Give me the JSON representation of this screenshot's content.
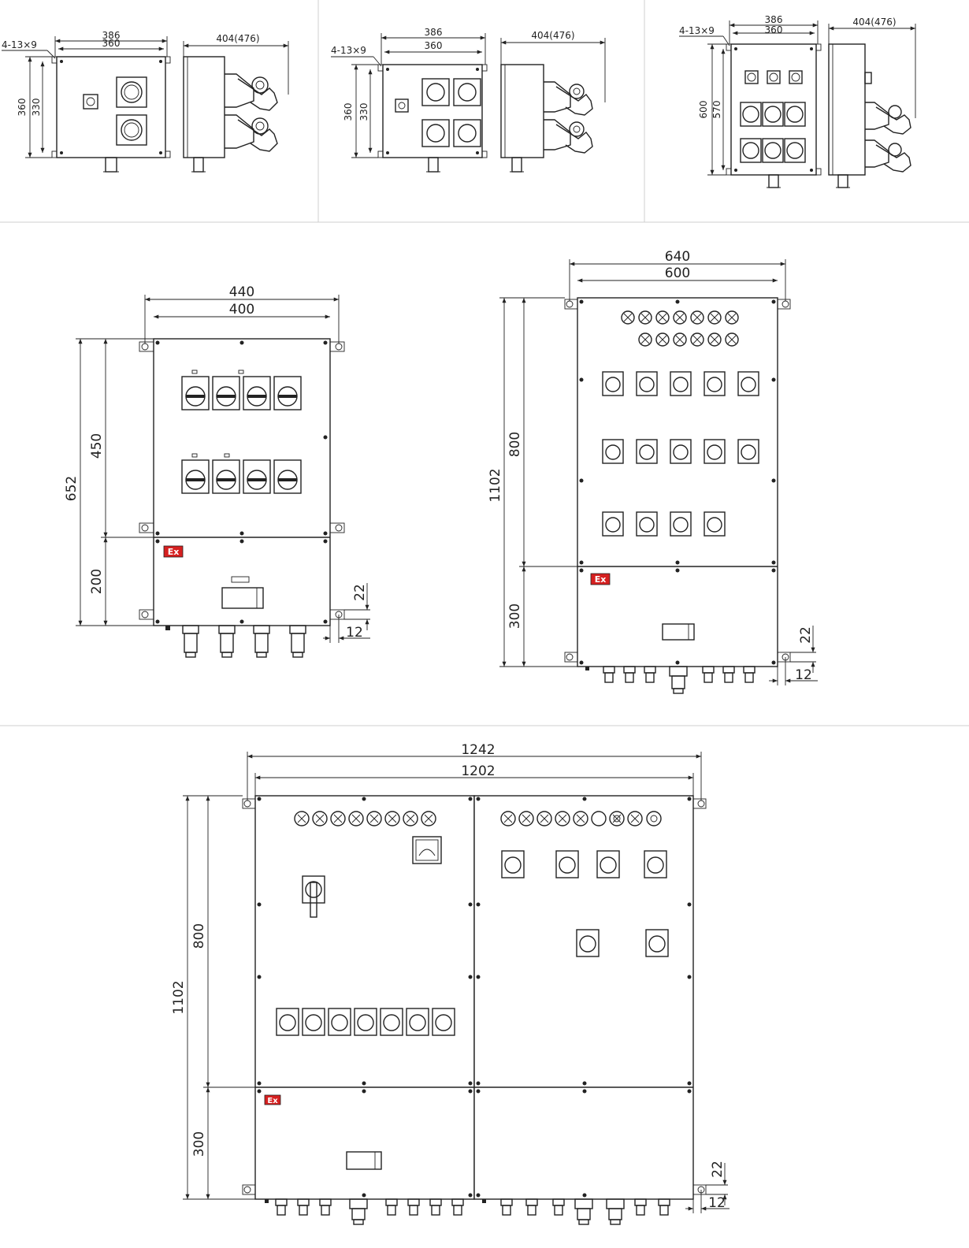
{
  "colors": {
    "line": "#222222",
    "ex_badge": "#d62020",
    "separator": "#cfcfcf"
  },
  "ex_label": "Ex",
  "top_row": {
    "left": {
      "hole_callout": "4-13×9",
      "width_outer": "386",
      "width_inner": "360",
      "depth": "404(476)",
      "height_outer": "360",
      "height_inner": "330"
    },
    "middle": {
      "hole_callout": "4-13×9",
      "width_outer": "386",
      "width_inner": "360",
      "depth": "404(476)",
      "height_outer": "360",
      "height_inner": "330"
    },
    "right": {
      "hole_callout": "4-13×9",
      "width_outer": "386",
      "width_inner": "360",
      "depth": "404(476)",
      "height_outer": "600",
      "height_inner": "570"
    }
  },
  "middle_row": {
    "left": {
      "width_outer": "440",
      "width_inner": "400",
      "height_total": "652",
      "height_upper": "450",
      "height_lower": "200",
      "offset_v": "22",
      "offset_h": "12"
    },
    "right": {
      "width_outer": "640",
      "width_inner": "600",
      "height_total": "1102",
      "height_upper": "800",
      "height_lower": "300",
      "offset_v": "22",
      "offset_h": "12"
    }
  },
  "bottom": {
    "width_outer": "1242",
    "width_inner": "1202",
    "height_total": "1102",
    "height_upper": "800",
    "height_lower": "300",
    "offset_v": "22",
    "offset_h": "12"
  }
}
